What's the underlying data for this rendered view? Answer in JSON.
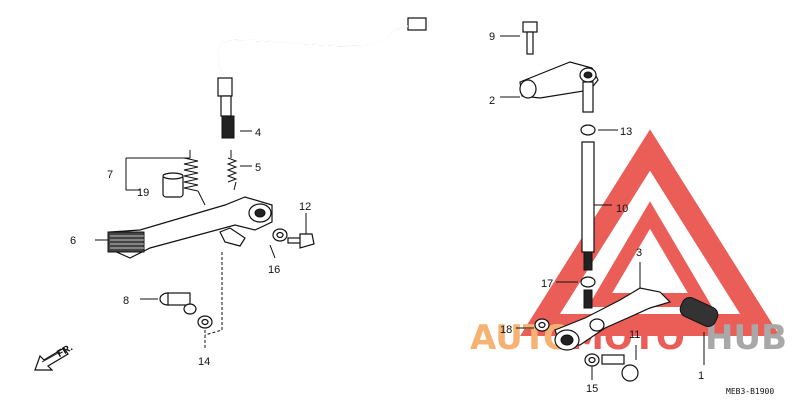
{
  "diagram": {
    "diagram_code": "MEB3-B1900",
    "direction_label": "FR.",
    "watermark": {
      "text_prefix": "AUT",
      "text_middle": "MOTO",
      "text_suffix": "HUB",
      "triangle_color": "#e8413a",
      "text_color_primary": "#f5a55a",
      "text_color_middle": "#e8413a",
      "text_color_suffix": "#9a9a9a"
    },
    "callouts": [
      "1",
      "2",
      "3",
      "4",
      "5",
      "6",
      "7",
      "8",
      "9",
      "10",
      "11",
      "12",
      "13",
      "14",
      "15",
      "16",
      "17",
      "18",
      "19"
    ]
  }
}
